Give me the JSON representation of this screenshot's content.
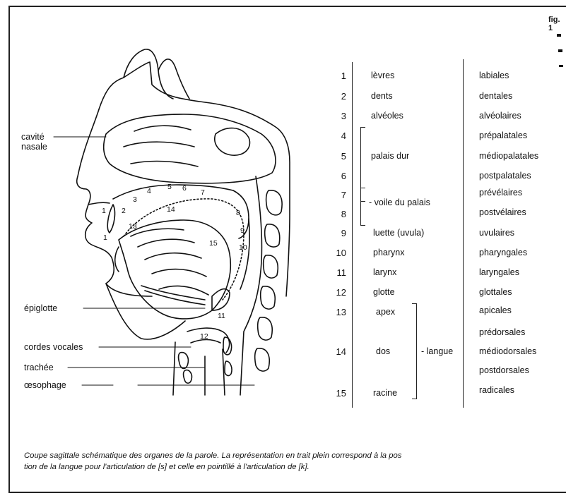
{
  "figure_tag": "fig. 1",
  "diagram_labels": {
    "cavite_nasale": "cavité\nnasale",
    "epiglotte": "épiglotte",
    "cordes_vocales": "cordes vocales",
    "trachee": "trachée",
    "oesophage": "œsophage"
  },
  "diagram_numbers": [
    "1",
    "1",
    "2",
    "3",
    "4",
    "5",
    "6",
    "7",
    "8",
    "9",
    "10",
    "11",
    "12",
    "13",
    "14",
    "15"
  ],
  "table": {
    "rows": [
      {
        "num": "1",
        "place": "lèvres",
        "cat": "labiales"
      },
      {
        "num": "2",
        "place": "dents",
        "cat": "dentales"
      },
      {
        "num": "3",
        "place": "alvéoles",
        "cat": "alvéolaires"
      },
      {
        "num": "4",
        "place": "",
        "cat": "prépalatales"
      },
      {
        "num": "5",
        "place": "palais dur",
        "cat": "médiopalatales"
      },
      {
        "num": "6",
        "place": "",
        "cat": "postpalatales"
      },
      {
        "num": "7",
        "place": "voile du palais",
        "cat": "prévélaires"
      },
      {
        "num": "8",
        "place": "",
        "cat": "postvélaires"
      },
      {
        "num": "9",
        "place": "luette (uvula)",
        "cat": "uvulaires"
      },
      {
        "num": "10",
        "place": "pharynx",
        "cat": "pharyngales"
      },
      {
        "num": "11",
        "place": "larynx",
        "cat": "laryngales"
      },
      {
        "num": "12",
        "place": "glotte",
        "cat": "glottales"
      },
      {
        "num": "13",
        "place": "apex",
        "cat": "apicales"
      },
      {
        "num": "",
        "place": "",
        "cat": "prédorsales"
      },
      {
        "num": "14",
        "place": "dos",
        "cat": "médiodorsales"
      },
      {
        "num": "",
        "place": "",
        "cat": "postdorsales"
      },
      {
        "num": "15",
        "place": "racine",
        "cat": "radicales"
      }
    ],
    "group_label": "langue"
  },
  "caption": {
    "line1": "Coupe sagittale schématique des organes de la parole.  La représentation en trait plein correspond à la pos",
    "line2": "tion de la langue pour l'articulation de [s] et celle en pointillé à l'articulation de [k]."
  }
}
